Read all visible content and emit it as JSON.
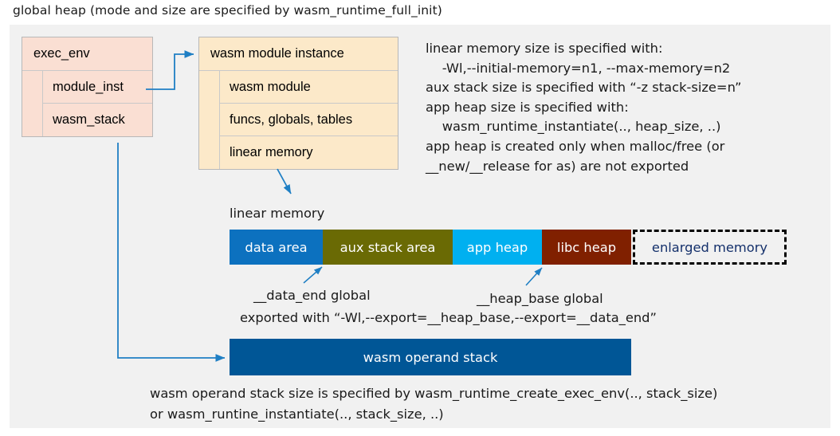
{
  "title": "global heap (mode and size are specified by wasm_runtime_full_init)",
  "exec_env": {
    "header": "exec_env",
    "rows": [
      "module_inst",
      "wasm_stack"
    ]
  },
  "module_instance": {
    "header": "wasm module instance",
    "rows": [
      "wasm module",
      "funcs, globals, tables",
      "linear memory"
    ]
  },
  "notes": "linear memory size is specified with:\n    -Wl,--initial-memory=n1, --max-memory=n2\naux stack size is specified with “-z stack-size=n”\napp heap size is specified with:\n    wasm_runtime_instantiate(.., heap_size, ..)\napp heap is created only when malloc/free (or\n__new/__release for as) are not exported",
  "linear_memory": {
    "label": "linear memory",
    "segments": [
      {
        "label": "data area",
        "color": "#0c71bf",
        "width": 117
      },
      {
        "label": "aux stack area",
        "color": "#6a6a04",
        "width": 163
      },
      {
        "label": "app heap",
        "color": "#00b0f0",
        "width": 112
      },
      {
        "label": "libc heap",
        "color": "#802000",
        "width": 112
      },
      {
        "label": "enlarged memory",
        "color": "#f1f1f1",
        "width": 193
      }
    ]
  },
  "operand_stack": {
    "label": "wasm operand stack",
    "color": "#005696"
  },
  "annotations": {
    "data_end": "__data_end global",
    "heap_base": "__heap_base global",
    "exported": "exported with “-Wl,--export=__heap_base,--export=__data_end”",
    "bottom": "wasm operand stack size is specified by wasm_runtime_create_exec_env(.., stack_size)\nor wasm_runtine_instantiate(.., stack_size, ..)"
  },
  "colors": {
    "panel_background": "#f1f1f1",
    "exec_env_fill": "#fadfd3",
    "module_instance_fill": "#fce9c9",
    "connector": "#1f7fc4",
    "enlarged_text": "#14306b"
  }
}
